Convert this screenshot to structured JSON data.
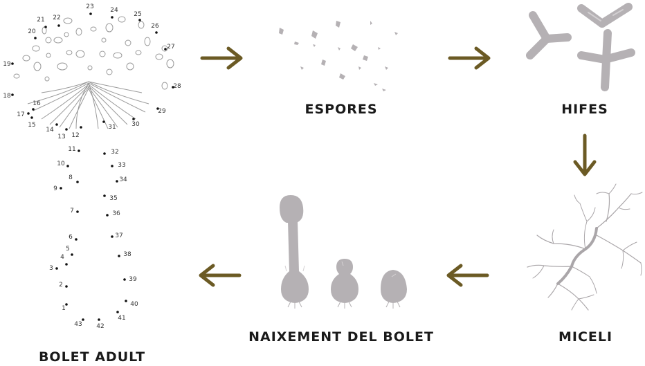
{
  "stages": [
    {
      "id": "spores",
      "label": "ESPORES"
    },
    {
      "id": "hyphae",
      "label": "HIFES"
    },
    {
      "id": "mycelium",
      "label": "MICELI"
    },
    {
      "id": "birth",
      "label": "NAIXEMENT DEL BOLET"
    },
    {
      "id": "adult",
      "label": "BOLET ADULT"
    }
  ],
  "arrows": [
    {
      "from": "adult",
      "to": "spores"
    },
    {
      "from": "spores",
      "to": "hyphae"
    },
    {
      "from": "hyphae",
      "to": "mycelium"
    },
    {
      "from": "mycelium",
      "to": "birth"
    },
    {
      "from": "birth",
      "to": "adult"
    }
  ],
  "dot_numbers": [
    "1",
    "2",
    "3",
    "4",
    "5",
    "6",
    "7",
    "8",
    "9",
    "10",
    "11",
    "12",
    "13",
    "14",
    "15",
    "16",
    "17",
    "18",
    "19",
    "20",
    "21",
    "22",
    "23",
    "24",
    "25",
    "26",
    "27",
    "28",
    "29",
    "30",
    "31",
    "32",
    "33",
    "34",
    "35",
    "36",
    "37",
    "38",
    "39",
    "40",
    "41",
    "42",
    "43"
  ],
  "colors": {
    "arrow": "#6b5a24",
    "silhouette": "#b5b1b4",
    "outline": "#8a8a8a",
    "text": "#1a1a1a"
  }
}
